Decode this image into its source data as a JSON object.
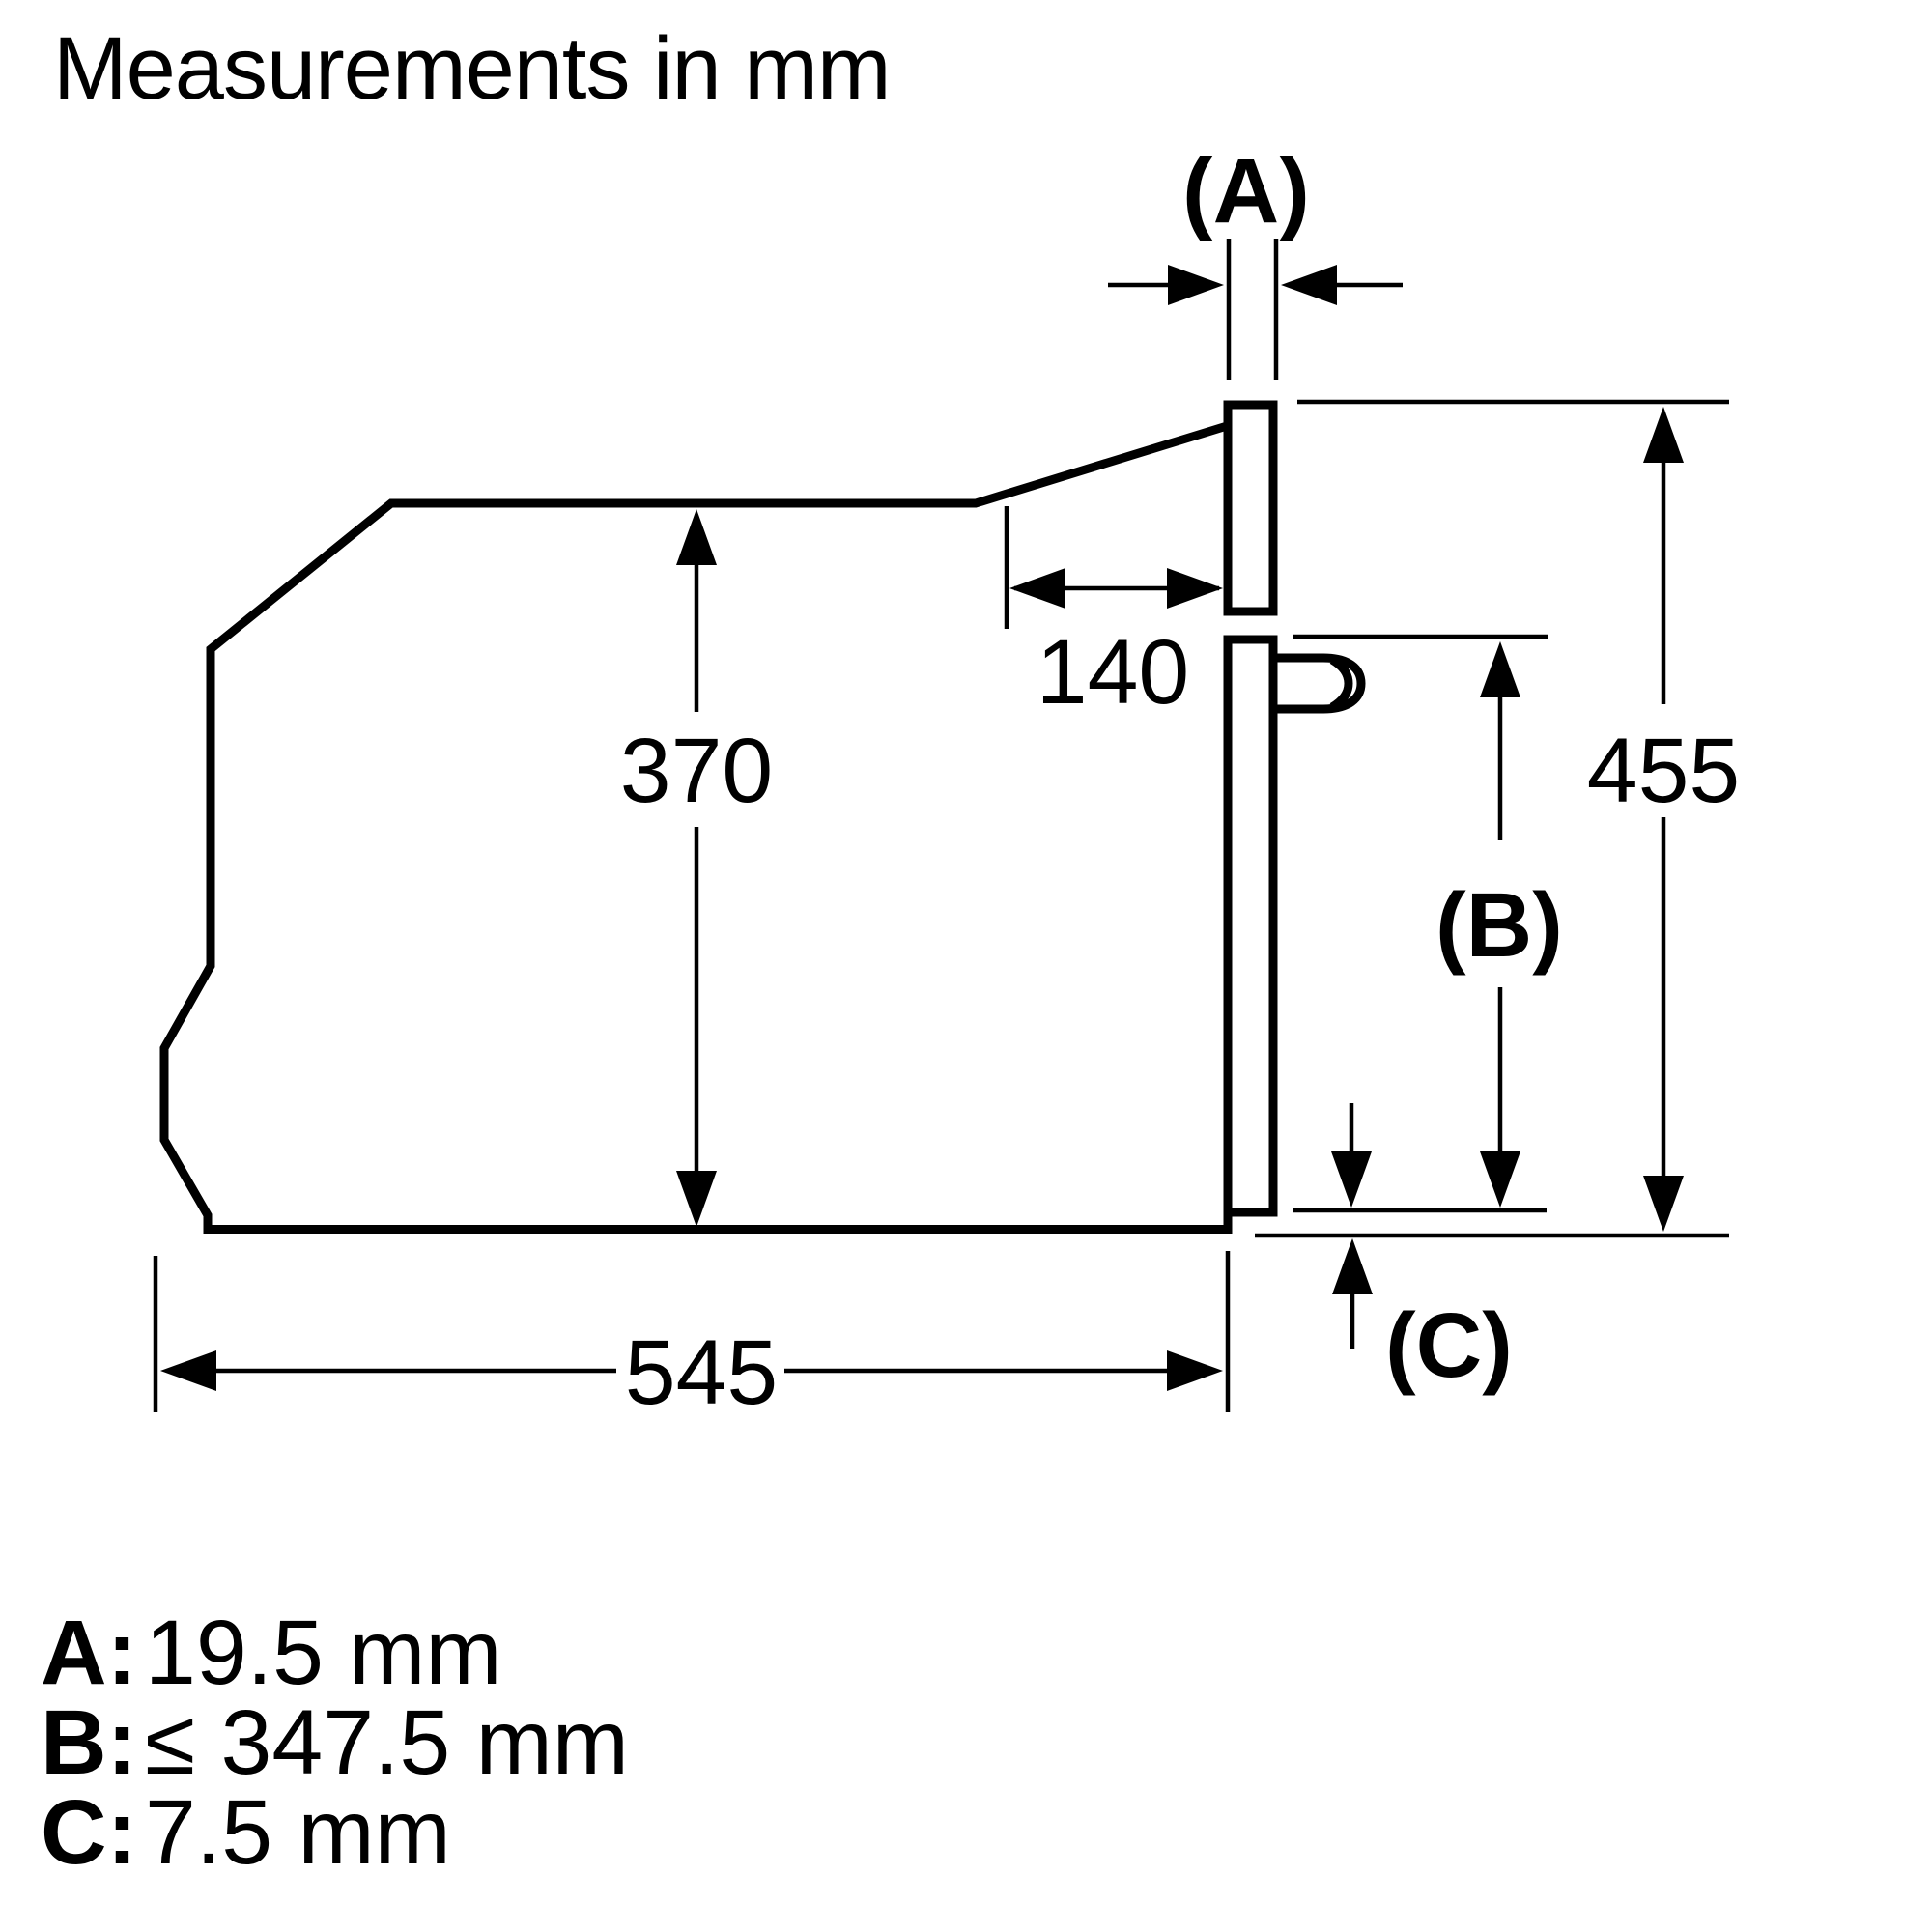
{
  "title": "Measurements in mm",
  "diagram": {
    "type": "appliance-installation-dimension-drawing",
    "view": "side profile of built-in compact oven with control panel, knob and niche reference lines",
    "labels": {
      "a": "(A)",
      "b": "(B)",
      "c": "(C)"
    },
    "measurements": {
      "panel_setback_top": "140",
      "body_height": "370",
      "niche_height": "455",
      "body_depth": "545",
      "a_panel_thickness_mm": "19.5",
      "b_max_distance_mm": "347.5",
      "c_bottom_gap_mm": "7.5"
    }
  },
  "legend": {
    "rows": [
      {
        "key": "A:",
        "value": "19.5 mm"
      },
      {
        "key": "B:",
        "value": "≤ 347.5 mm"
      },
      {
        "key": "C:",
        "value": "7.5 mm"
      }
    ]
  },
  "colors": {
    "line": "#000000",
    "background": "#ffffff"
  }
}
